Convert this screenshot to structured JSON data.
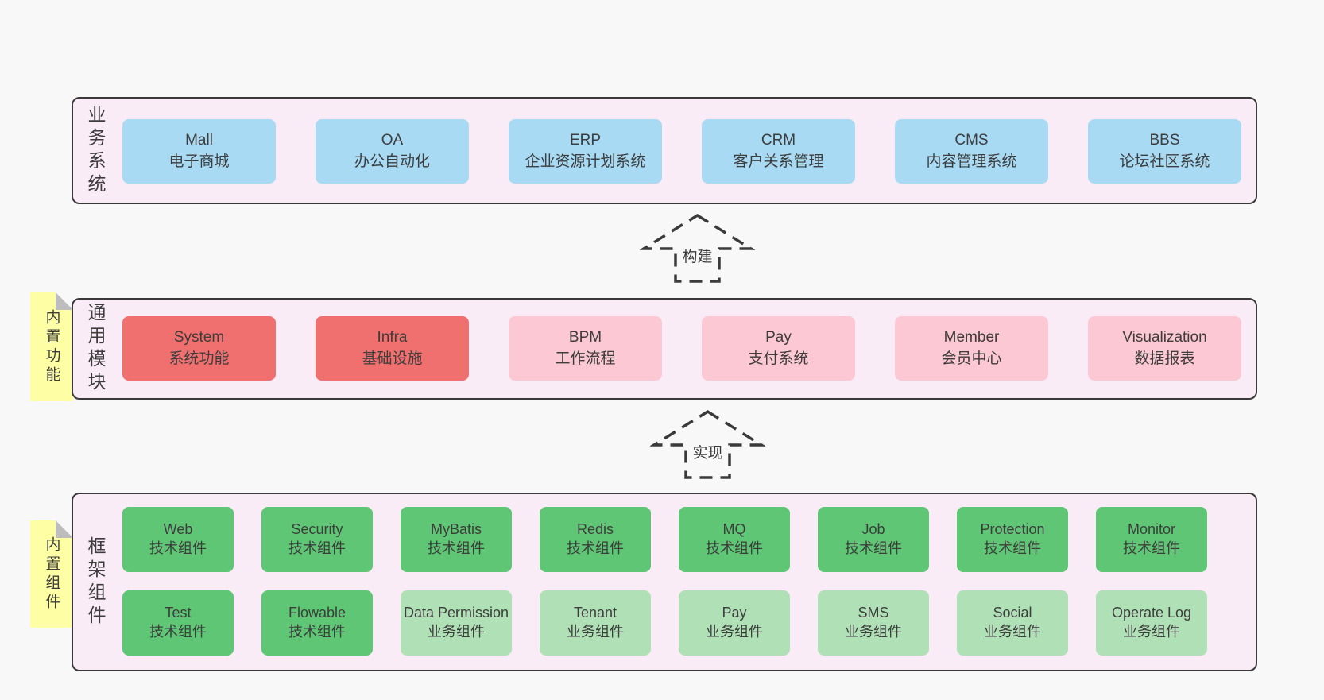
{
  "colors": {
    "page_bg": "#f8f8f8",
    "band_bg": "#f9ecf6",
    "band_border": "#3a3a3a",
    "note_bg": "#feffa4",
    "note_fold": "#bdbdbd",
    "text": "#3d3d3d",
    "blue": "#a8daf4",
    "red": "#f0706f",
    "pink": "#fbc8d3",
    "green": "#5ec674",
    "lightgreen": "#b0e1b6"
  },
  "arrows": [
    {
      "label": "构建"
    },
    {
      "label": "实现"
    }
  ],
  "bands": [
    {
      "label": "业务系统",
      "note": null,
      "rows": [
        [
          {
            "name": "Mall",
            "desc": "电子商城",
            "tone": "blue"
          },
          {
            "name": "OA",
            "desc": "办公自动化",
            "tone": "blue"
          },
          {
            "name": "ERP",
            "desc": "企业资源计划系统",
            "tone": "blue"
          },
          {
            "name": "CRM",
            "desc": "客户关系管理",
            "tone": "blue"
          },
          {
            "name": "CMS",
            "desc": "内容管理系统",
            "tone": "blue"
          },
          {
            "name": "BBS",
            "desc": "论坛社区系统",
            "tone": "blue"
          }
        ]
      ]
    },
    {
      "label": "通用模块",
      "note": "内置功能",
      "rows": [
        [
          {
            "name": "System",
            "desc": "系统功能",
            "tone": "red"
          },
          {
            "name": "Infra",
            "desc": "基础设施",
            "tone": "red"
          },
          {
            "name": "BPM",
            "desc": "工作流程",
            "tone": "pink"
          },
          {
            "name": "Pay",
            "desc": "支付系统",
            "tone": "pink"
          },
          {
            "name": "Member",
            "desc": "会员中心",
            "tone": "pink"
          },
          {
            "name": "Visualization",
            "desc": "数据报表",
            "tone": "pink"
          }
        ]
      ]
    },
    {
      "label": "框架组件",
      "note": "内置组件",
      "rows": [
        [
          {
            "name": "Web",
            "desc": "技术组件",
            "tone": "green"
          },
          {
            "name": "Security",
            "desc": "技术组件",
            "tone": "green"
          },
          {
            "name": "MyBatis",
            "desc": "技术组件",
            "tone": "green"
          },
          {
            "name": "Redis",
            "desc": "技术组件",
            "tone": "green"
          },
          {
            "name": "MQ",
            "desc": "技术组件",
            "tone": "green"
          },
          {
            "name": "Job",
            "desc": "技术组件",
            "tone": "green"
          },
          {
            "name": "Protection",
            "desc": "技术组件",
            "tone": "green"
          },
          {
            "name": "Monitor",
            "desc": "技术组件",
            "tone": "green"
          }
        ],
        [
          {
            "name": "Test",
            "desc": "技术组件",
            "tone": "green"
          },
          {
            "name": "Flowable",
            "desc": "技术组件",
            "tone": "green"
          },
          {
            "name": "Data Permission",
            "desc": "业务组件",
            "tone": "lightgreen"
          },
          {
            "name": "Tenant",
            "desc": "业务组件",
            "tone": "lightgreen"
          },
          {
            "name": "Pay",
            "desc": "业务组件",
            "tone": "lightgreen"
          },
          {
            "name": "SMS",
            "desc": "业务组件",
            "tone": "lightgreen"
          },
          {
            "name": "Social",
            "desc": "业务组件",
            "tone": "lightgreen"
          },
          {
            "name": "Operate Log",
            "desc": "业务组件",
            "tone": "lightgreen"
          }
        ]
      ]
    }
  ]
}
